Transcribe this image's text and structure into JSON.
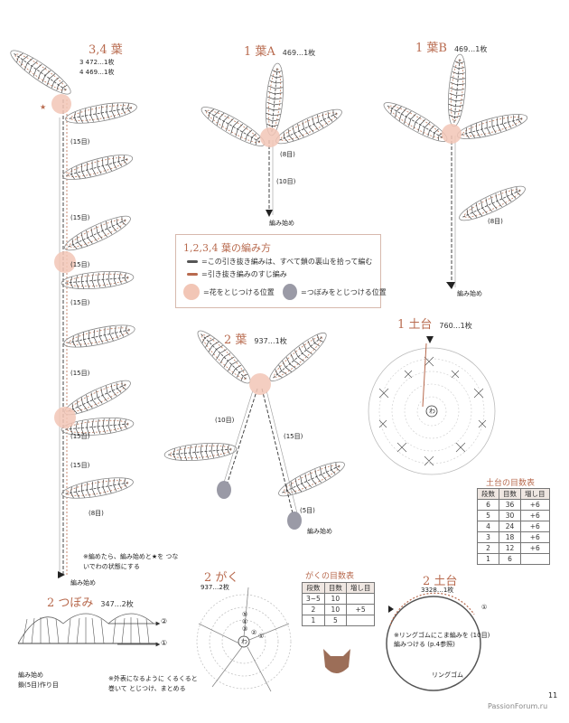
{
  "leaves_34": {
    "title": "3,4 葉",
    "line3": "3  472…1枚",
    "line4": "4  469…1枚",
    "rounds": [
      "(15目)",
      "(15目)",
      "(15目)",
      "(15目)",
      "(15目)",
      "(15目)",
      "(15目)"
    ],
    "end_round": "(8目)",
    "note": "※編めたら、編み始めと★を つないでわの状態にする",
    "start": "編み始め",
    "star": "★"
  },
  "leaf_a": {
    "title": "1 葉A",
    "count": "469…1枚",
    "r1": "(8目)",
    "r2": "(10目)",
    "start": "編み始め"
  },
  "leaf_b": {
    "title": "1 葉B",
    "count": "469…1枚",
    "r1": "(8目)",
    "start": "編み始め"
  },
  "legend": {
    "title": "1,2,3,4 葉の編み方",
    "item1": "=この引き抜き編みは、すべて鎖の裏山を拾って編む",
    "item2": "=引き抜き編みのすじ編み",
    "item3": "=花をとじつける位置",
    "item4": "=つぼみをとじつける位置"
  },
  "leaf_2": {
    "title": "2 葉",
    "count": "937…1枚",
    "r1": "(10目)",
    "r2": "(15目)",
    "r3": "(5目)",
    "start": "編み始め"
  },
  "base_1": {
    "title": "1 土台",
    "count": "760…1枚",
    "ring": "わ"
  },
  "base_table": {
    "title": "土台の目数表",
    "headers": [
      "段数",
      "目数",
      "増し目"
    ],
    "rows": [
      [
        "6",
        "36",
        "+6"
      ],
      [
        "5",
        "30",
        "+6"
      ],
      [
        "4",
        "24",
        "+6"
      ],
      [
        "3",
        "18",
        "+6"
      ],
      [
        "2",
        "12",
        "+6"
      ],
      [
        "1",
        "6",
        ""
      ]
    ]
  },
  "bud": {
    "title": "2 つぼみ",
    "count": "347…2枚",
    "start": "編み始め",
    "chain": "鎖(5目)作り目",
    "note": "※外表になるように くるくると巻いて とじつけ、まとめる",
    "mark1": "①",
    "mark2": "②"
  },
  "calyx": {
    "title": "2 がく",
    "count": "937…2枚",
    "ring": "わ",
    "nums": [
      "⑤",
      "④",
      "③",
      "②",
      "①"
    ]
  },
  "calyx_table": {
    "title": "がくの目数表",
    "headers": [
      "段数",
      "目数",
      "増し目"
    ],
    "rows": [
      [
        "3~5",
        "10",
        ""
      ],
      [
        "2",
        "10",
        "+5"
      ],
      [
        "1",
        "5",
        ""
      ]
    ]
  },
  "base_2": {
    "title": "2 土台",
    "count": "3328…1枚",
    "note": "※リングゴムにこま編みを (10目)編みつける (p.4参照)",
    "ring_label": "リングゴム",
    "mark": "①"
  },
  "footer": {
    "watermark": "PassionForum.ru",
    "page": "11"
  },
  "colors": {
    "accent": "#b86a4e",
    "peach": "#f2c6b6",
    "gray": "#9a9aa6"
  }
}
